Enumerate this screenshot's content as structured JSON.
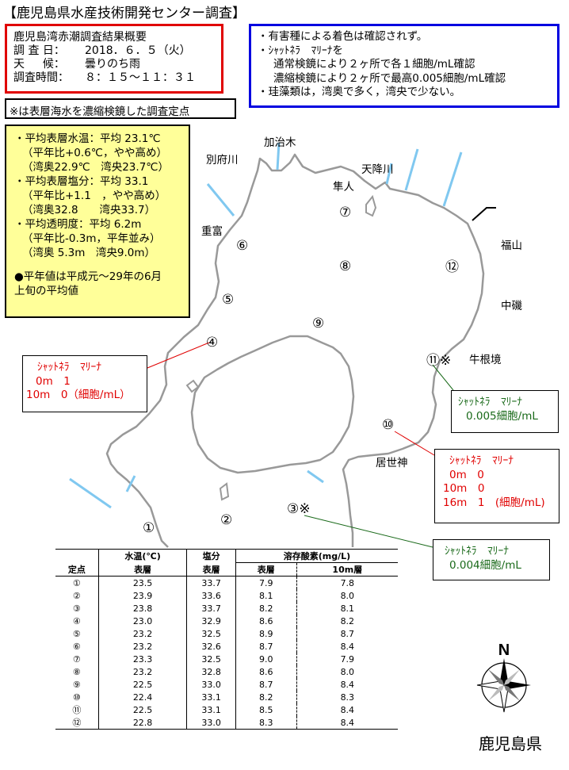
{
  "header": {
    "title": "【鹿児島県水産技術開発センター調査】"
  },
  "survey_box": {
    "title": "鹿児島湾赤潮調査結果概要",
    "rows": [
      {
        "label": "調 査 日：",
        "value": "2018．６．５（火）"
      },
      {
        "label": "天 　 候：",
        "value": "曇りのち雨"
      },
      {
        "label": "調査時間：",
        "value": "８：１５～１１：３１"
      }
    ]
  },
  "findings_box": {
    "lines": [
      "・有害種による着色は確認されず。",
      "・ｼｬｯﾄﾈﾗ　ﾏﾘｰﾅを",
      "通常検鏡により２ヶ所で各１細胞/mL確認",
      "濃縮検鏡により２ヶ所で最高0.005細胞/mL確認",
      "・珪藻類は，湾奥で多く，湾央で少ない。"
    ]
  },
  "note": "※は表層海水を濃縮検鏡した調査定点",
  "summary_box": {
    "lines": [
      "・平均表層水温：平均 23.1℃",
      "（平年比+0.6℃，やや高め）",
      "（湾奥22.9℃　湾央23.7℃）",
      "・平均表層塩分：平均 33.1",
      "（平年比+1.1　，やや高め）",
      "（湾奥32.8　　湾央33.7）",
      "・平均透明度：平均 6.2m",
      "（平年比-0.3m，平年並み）",
      "（湾奥 5.3m　湾央9.0m）",
      "●平年値は平成元～29年の6月",
      "上旬の平均値"
    ]
  },
  "callouts": {
    "st4": {
      "species": "ｼｬｯﾄﾈﾗ　ﾏﾘｰﾅ",
      "rows": [
        "0m　1",
        "10m　0（細胞/mL）"
      ]
    },
    "st11": {
      "species": "ｼｬｯﾄﾈﾗ　ﾏﾘｰﾅ",
      "rows": [
        "0.005細胞/mL"
      ]
    },
    "st10": {
      "species": "ｼｬｯﾄﾈﾗ　ﾏﾘｰﾅ",
      "rows": [
        "0m　0",
        "10m　0",
        "16m　1　(細胞/mL)"
      ]
    },
    "st3": {
      "species": "ｼｬｯﾄﾈﾗ　ﾏﾘｰﾅ",
      "rows": [
        "0.004細胞/mL"
      ]
    }
  },
  "places": {
    "kajiki": "加治木",
    "beppu": "別府川",
    "amori": "天降川",
    "hayato": "隼人",
    "shigetomi": "重富",
    "fukuyama": "福山",
    "nakaiso": "中磯",
    "ushinekyo": "牛根境",
    "kozeshin": "居世神"
  },
  "stations": {
    "s1": "①",
    "s2": "②",
    "s3": "③※",
    "s4": "④",
    "s5": "⑤",
    "s6": "⑥",
    "s7": "⑦",
    "s8": "⑧",
    "s9": "⑨",
    "s10": "⑩",
    "s11": "⑪※",
    "s12": "⑫"
  },
  "table": {
    "headers": {
      "station": "定点",
      "water_temp": "水温(℃)",
      "salinity": "塩分",
      "oxygen": "溶存酸素(mg/L)",
      "surface": "表層",
      "layer10m": "10m層"
    },
    "rows": [
      [
        "①",
        "23.5",
        "33.7",
        "7.9",
        "7.8"
      ],
      [
        "②",
        "23.9",
        "33.6",
        "8.1",
        "8.0"
      ],
      [
        "③",
        "23.8",
        "33.7",
        "8.2",
        "8.1"
      ],
      [
        "④",
        "23.0",
        "32.9",
        "8.6",
        "8.2"
      ],
      [
        "⑤",
        "23.2",
        "32.5",
        "8.9",
        "8.7"
      ],
      [
        "⑥",
        "23.2",
        "32.6",
        "8.7",
        "8.4"
      ],
      [
        "⑦",
        "23.3",
        "32.5",
        "9.0",
        "7.9"
      ],
      [
        "⑧",
        "23.2",
        "32.8",
        "8.6",
        "8.0"
      ],
      [
        "⑨",
        "22.5",
        "33.0",
        "8.7",
        "8.4"
      ],
      [
        "⑩",
        "22.4",
        "33.1",
        "8.2",
        "8.3"
      ],
      [
        "⑪",
        "22.5",
        "33.1",
        "8.5",
        "8.4"
      ],
      [
        "⑫",
        "22.8",
        "33.0",
        "8.3",
        "8.4"
      ]
    ]
  },
  "compass_label": "N",
  "prefecture": "鹿児島県",
  "colors": {
    "red_border": "#e00000",
    "blue_border": "#0000e0",
    "summary_bg": "#ffff99",
    "coast": "#999999",
    "river": "#80c8f0",
    "callout_green": "#1a6a1a"
  }
}
